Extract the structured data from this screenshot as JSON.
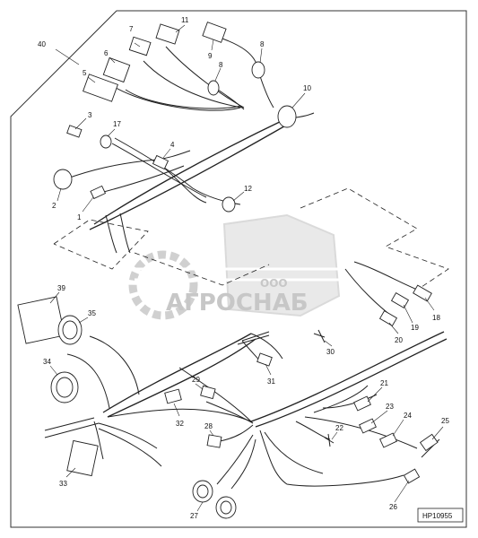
{
  "figure_code": "HP10955",
  "watermark": {
    "line1": "ООО",
    "line2": "АГРОСНАБ"
  },
  "callouts": [
    "40",
    "11",
    "7",
    "9",
    "8",
    "6",
    "8",
    "5",
    "10",
    "3",
    "17",
    "4",
    "2",
    "12",
    "1",
    "39",
    "35",
    "18",
    "19",
    "20",
    "30",
    "34",
    "31",
    "29",
    "21",
    "32",
    "22",
    "23",
    "24",
    "28",
    "25",
    "33",
    "27",
    "26"
  ]
}
